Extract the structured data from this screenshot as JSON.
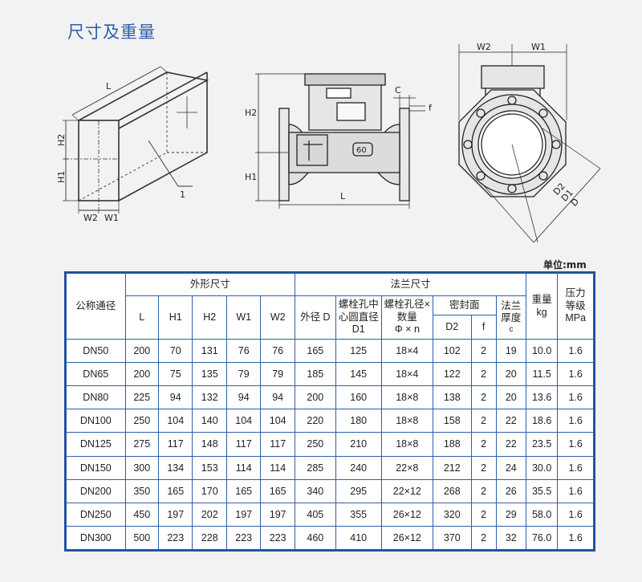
{
  "title": "尺寸及重量",
  "unit": "单位:mm",
  "diagram1": {
    "L": "L",
    "H2": "H2",
    "H1": "H1",
    "W2": "W2",
    "W1": "W1",
    "callout": "1"
  },
  "diagram2": {
    "H2": "H2",
    "H1": "H1",
    "L": "L",
    "C": "C",
    "f": "f",
    "badge": "60"
  },
  "diagram3": {
    "W2": "W2",
    "W1": "W1",
    "D2": "D2",
    "D1": "D1",
    "D": "D"
  },
  "table": {
    "nominal": "公称通径",
    "outer_group": "外形尺寸",
    "flange_group": "法兰尺寸",
    "weight_l1": "重量",
    "weight_l2": "kg",
    "pressure_l1": "压力",
    "pressure_l2": "等级",
    "pressure_l3": "MPa",
    "L": "L",
    "H1": "H1",
    "H2": "H2",
    "W1": "W1",
    "W2": "W2",
    "outer_d": "外径 D",
    "bolt_center_l1": "螺栓孔中",
    "bolt_center_l2": "心圆直径",
    "bolt_center_l3": "D1",
    "bolt_hole_l1": "螺栓孔径×",
    "bolt_hole_l2": "数量",
    "bolt_hole_l3": "Φ × n",
    "seal_group": "密封面",
    "D2": "D2",
    "f": "f",
    "thick_l1": "法兰",
    "thick_l2": "厚度",
    "thick_l3": "c",
    "rows": [
      [
        "DN50",
        "200",
        "70",
        "131",
        "76",
        "76",
        "165",
        "125",
        "18×4",
        "102",
        "2",
        "19",
        "10.0",
        "1.6"
      ],
      [
        "DN65",
        "200",
        "75",
        "135",
        "79",
        "79",
        "185",
        "145",
        "18×4",
        "122",
        "2",
        "20",
        "11.5",
        "1.6"
      ],
      [
        "DN80",
        "225",
        "94",
        "132",
        "94",
        "94",
        "200",
        "160",
        "18×8",
        "138",
        "2",
        "20",
        "13.6",
        "1.6"
      ],
      [
        "DN100",
        "250",
        "104",
        "140",
        "104",
        "104",
        "220",
        "180",
        "18×8",
        "158",
        "2",
        "22",
        "18.6",
        "1.6"
      ],
      [
        "DN125",
        "275",
        "117",
        "148",
        "117",
        "117",
        "250",
        "210",
        "18×8",
        "188",
        "2",
        "22",
        "23.5",
        "1.6"
      ],
      [
        "DN150",
        "300",
        "134",
        "153",
        "114",
        "114",
        "285",
        "240",
        "22×8",
        "212",
        "2",
        "24",
        "30.0",
        "1.6"
      ],
      [
        "DN200",
        "350",
        "165",
        "170",
        "165",
        "165",
        "340",
        "295",
        "22×12",
        "268",
        "2",
        "26",
        "35.5",
        "1.6"
      ],
      [
        "DN250",
        "450",
        "197",
        "202",
        "197",
        "197",
        "405",
        "355",
        "26×12",
        "320",
        "2",
        "29",
        "58.0",
        "1.6"
      ],
      [
        "DN300",
        "500",
        "223",
        "228",
        "223",
        "223",
        "460",
        "410",
        "26×12",
        "370",
        "2",
        "32",
        "76.0",
        "1.6"
      ]
    ]
  }
}
